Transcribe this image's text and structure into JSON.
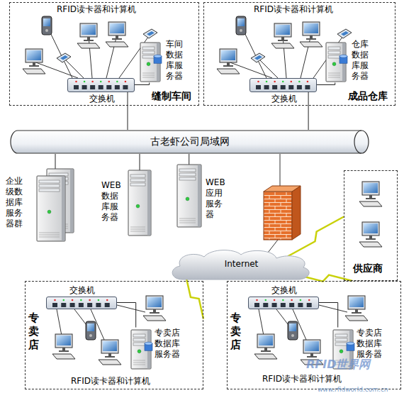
{
  "diagram": {
    "nodes": [
      {
        "text": [
          "缝制车间"
        ]
      },
      {
        "text": [
          "交换机"
        ],
        "in": 0
      },
      {
        "text": [
          "车间数据库服务器"
        ],
        "in": 0
      },
      {
        "text": [
          "成品仓库"
        ]
      },
      {
        "text": [
          "交换机"
        ],
        "in": 3
      },
      {
        "text": [
          "仓库数据库服务器"
        ],
        "in": 3
      },
      {
        "text": [
          "古老虾公司局域网"
        ]
      },
      {
        "text": [
          "企业级数据库服务器群"
        ]
      },
      {
        "text": [
          "WEB数据库服务器"
        ]
      },
      {
        "text": [
          "WEB应用服务器"
        ]
      },
      {
        "text": [
          "Internet"
        ]
      },
      {
        "text": [
          "供应商"
        ]
      },
      {
        "text": [
          "专卖店"
        ]
      },
      {
        "text": [
          "交换机"
        ],
        "in": 12
      },
      {
        "text": [
          "专卖店数据库服务器"
        ],
        "in": 12
      },
      {
        "text": [
          "专卖店"
        ]
      },
      {
        "text": [
          "交换机"
        ],
        "in": 15
      },
      {
        "text": [
          "专卖店数据库服务器"
        ],
        "in": 15
      }
    ],
    "edges": [
      {
        "from": 1,
        "to": 6,
        "arrow": "none"
      },
      {
        "from": 2,
        "to": 1,
        "arrow": "none"
      },
      {
        "from": 4,
        "to": 6,
        "arrow": "none"
      },
      {
        "from": 5,
        "to": 4,
        "arrow": "none"
      },
      {
        "from": 7,
        "to": 6,
        "arrow": "none"
      },
      {
        "from": 8,
        "to": 6,
        "arrow": "none"
      },
      {
        "from": 9,
        "to": 6,
        "arrow": "none"
      },
      {
        "from": 10,
        "to": 11,
        "arrow": "none"
      },
      {
        "from": 10,
        "to": 12,
        "arrow": "none"
      },
      {
        "from": 10,
        "to": 15,
        "arrow": "none"
      },
      {
        "from": 14,
        "to": 13,
        "arrow": "none"
      },
      {
        "from": 17,
        "to": 16,
        "arrow": "none"
      }
    ],
    "labels": [
      "RFID读卡器和计算机",
      "RFID读卡器和计算机",
      "RFID读卡器和计算机",
      "RFID读卡器和计算机",
      "RFID世界网",
      "www.rfidworld.com.cn"
    ]
  }
}
